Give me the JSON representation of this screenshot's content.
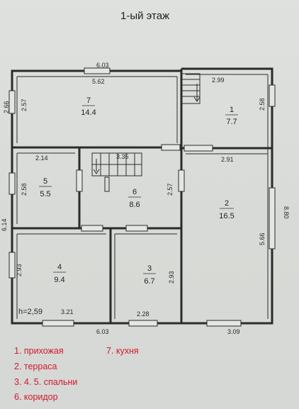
{
  "title": "1-ый этаж",
  "dimensions": {
    "top_overall": "6.03",
    "bottom_left_overall": "6.03",
    "bottom_right": "3.09",
    "left_overall": "6.14",
    "left_top": "2.66",
    "right_overall": "8.80",
    "kitchen_width": "5.62",
    "kitchen_height": "2.57",
    "hall_width": "2.99",
    "hall_height": "2.58",
    "terrace_width": "2.91",
    "terrace_height": "5.66",
    "bedroom5_width": "2.14",
    "bedroom5_height": "2.58",
    "stair_width": "3.35",
    "corridor_height": "2.57",
    "bedroom4_height": "2.93",
    "bedroom4_width": "3.21",
    "bedroom3_height": "2.93",
    "bedroom3_width": "2.28",
    "ceiling_height": "h=2,59"
  },
  "rooms": [
    {
      "number": "7",
      "area": "14.4"
    },
    {
      "number": "1",
      "area": "7.7"
    },
    {
      "number": "5",
      "area": "5.5"
    },
    {
      "number": "6",
      "area": "8.6"
    },
    {
      "number": "2",
      "area": "16.5"
    },
    {
      "number": "4",
      "area": "9.4"
    },
    {
      "number": "3",
      "area": "6.7"
    }
  ],
  "legend": {
    "item1": "1. прихожая",
    "item2": "2. терраса",
    "item345": "3. 4. 5. спальни",
    "item6": "6. коридор",
    "item7": "7. кухня"
  },
  "colors": {
    "walls": "#2b2b2b",
    "legend_text": "#d0192a"
  }
}
